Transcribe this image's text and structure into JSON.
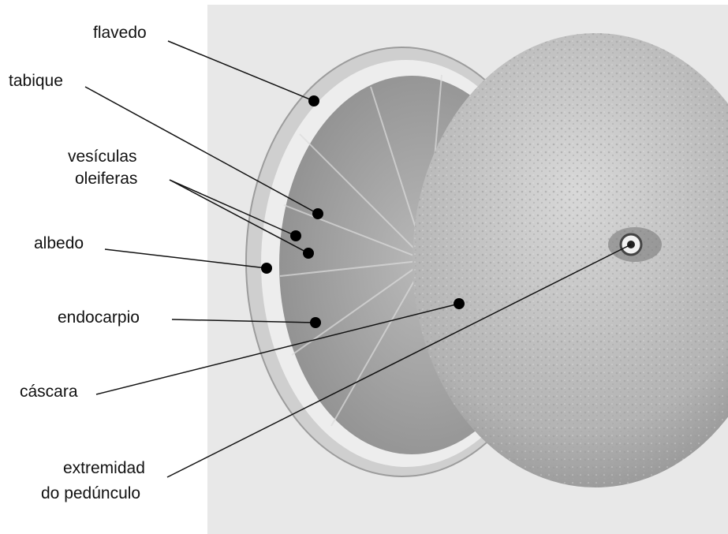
{
  "labels": {
    "flavedo": "flavedo",
    "tabique": "tabique",
    "vesiculas_line1": "vesículas",
    "vesiculas_line2": "oleiferas",
    "albedo": "albedo",
    "endocarpio": "endocarpio",
    "cascara": "cáscara",
    "extremidad_line1": "extremidad",
    "extremidad_line2": "do pedúnculo"
  }
}
